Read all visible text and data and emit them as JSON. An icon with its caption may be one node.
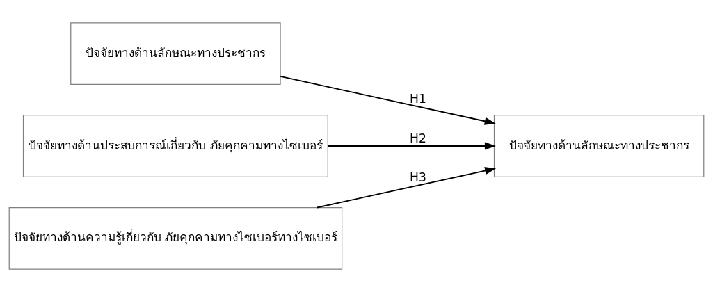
{
  "diagram": {
    "nodes": [
      {
        "text": [
          "ปัจจัยทางด้านลักษณะทางประชากร"
        ]
      },
      {
        "text": [
          "ปัจจัยทางด้านประสบการณ์เกี่ยวกับ ภัยคุกคามทางไซเบอร์"
        ]
      },
      {
        "text": [
          "ปัจจัยทางด้านความรู้เกี่ยวกับ ภัยคุกคามทางไซเบอร์ทางไซเบอร์"
        ]
      },
      {
        "text": [
          "ปัจจัยทางด้านลักษณะทางประชากร"
        ]
      }
    ],
    "edges": [
      {
        "from": 0,
        "to": 3,
        "arrow": "to",
        "label": "H1"
      },
      {
        "from": 1,
        "to": 3,
        "arrow": "to",
        "label": "H2"
      },
      {
        "from": 2,
        "to": 3,
        "arrow": "to",
        "label": "H3"
      }
    ]
  }
}
